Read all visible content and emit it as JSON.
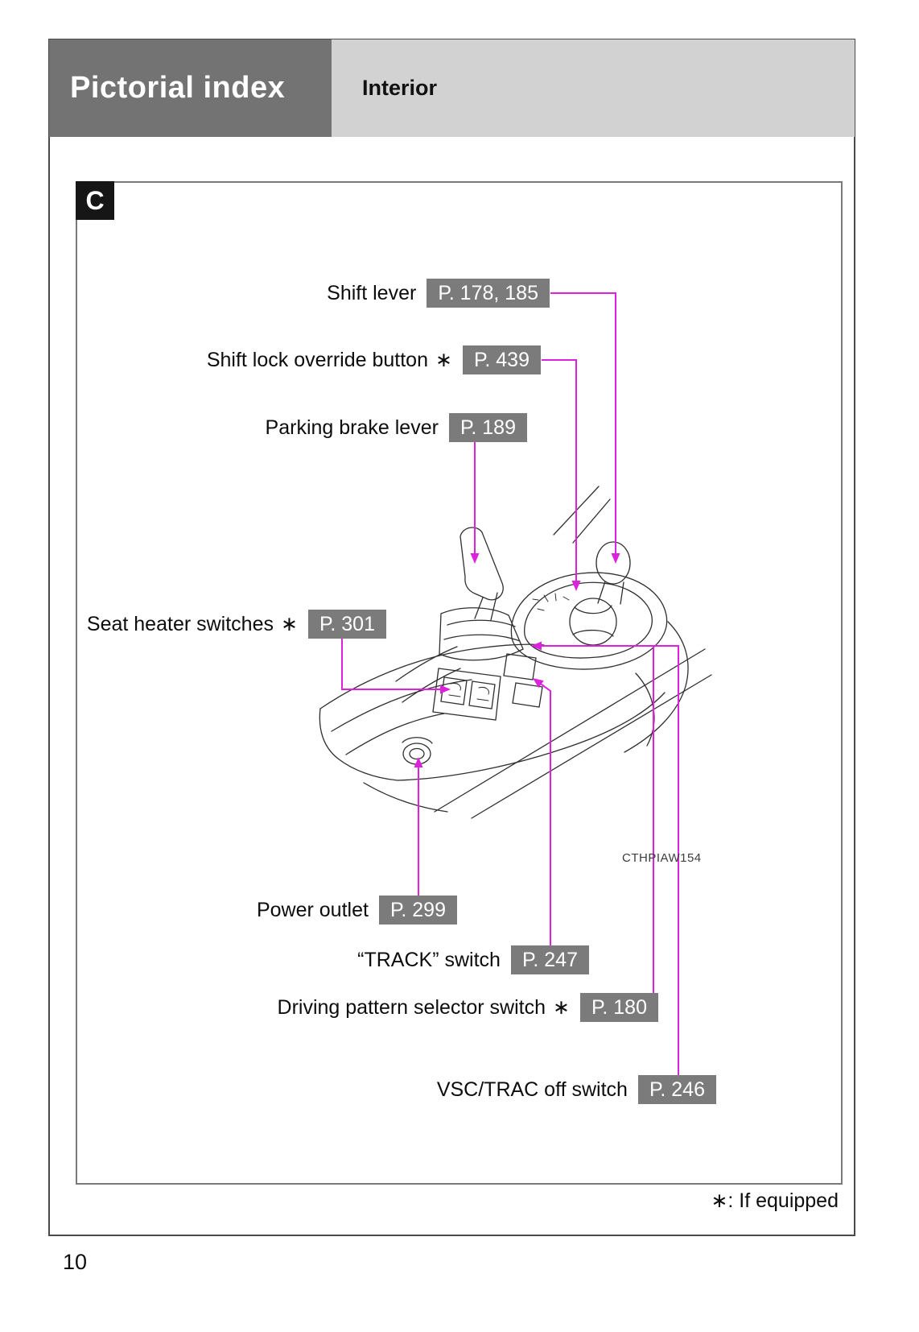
{
  "header": {
    "section_title": "Pictorial index",
    "page_subtitle": "Interior"
  },
  "section_label": "C",
  "callouts": [
    {
      "label": "Shift lever",
      "marker": "",
      "page_ref": "P. 178, 185"
    },
    {
      "label": "Shift lock override button",
      "marker": "∗",
      "page_ref": "P. 439"
    },
    {
      "label": "Parking brake lever",
      "marker": "",
      "page_ref": "P. 189"
    },
    {
      "label": "Seat heater switches",
      "marker": "∗",
      "page_ref": "P. 301"
    },
    {
      "label": "Power outlet",
      "marker": "",
      "page_ref": "P. 299"
    },
    {
      "label": "“TRACK” switch",
      "marker": "",
      "page_ref": "P. 247"
    },
    {
      "label": "Driving pattern selector switch",
      "marker": "∗",
      "page_ref": "P. 180"
    },
    {
      "label": "VSC/TRAC off switch",
      "marker": "",
      "page_ref": "P. 246"
    }
  ],
  "figure_code": "CTHPIAW154",
  "footnote": "∗: If equipped",
  "page_number": "10",
  "colors": {
    "accent_magenta": "#dd22dd",
    "badge_background": "#7b7b7b",
    "header_dark": "#737373",
    "header_light": "#d2d2d2",
    "section_box": "#161616"
  }
}
